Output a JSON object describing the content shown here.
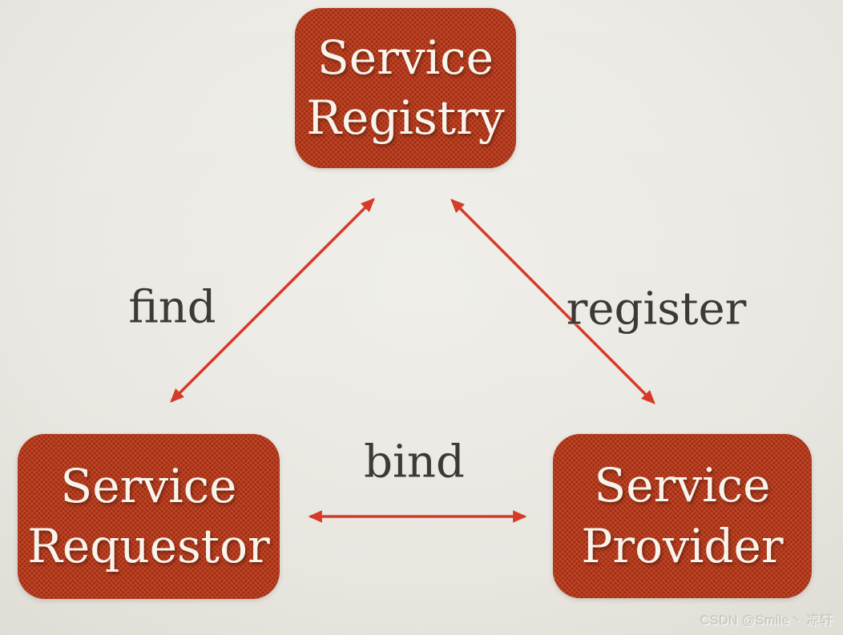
{
  "diagram": {
    "type": "soa-triangle",
    "nodes": {
      "registry": {
        "line1": "Service",
        "line2": "Registry"
      },
      "requestor": {
        "line1": "Service",
        "line2": "Requestor"
      },
      "provider": {
        "line1": "Service",
        "line2": "Provider"
      }
    },
    "edges": {
      "find": {
        "label": "find",
        "from": "requestor",
        "to": "registry",
        "direction": "bidirectional"
      },
      "register": {
        "label": "register",
        "from": "provider",
        "to": "registry",
        "direction": "bidirectional"
      },
      "bind": {
        "label": "bind",
        "from": "requestor",
        "to": "provider",
        "direction": "bidirectional"
      }
    },
    "colors": {
      "background": "#eae8e2",
      "node_fill": "#bf4527",
      "node_dot": "#9a2c12",
      "node_text": "#f8f4ec",
      "arrow": "#d63b28",
      "edge_label_text": "#3d3935"
    }
  },
  "watermark": {
    "text": "CSDN @Smile丶 凉轩"
  }
}
